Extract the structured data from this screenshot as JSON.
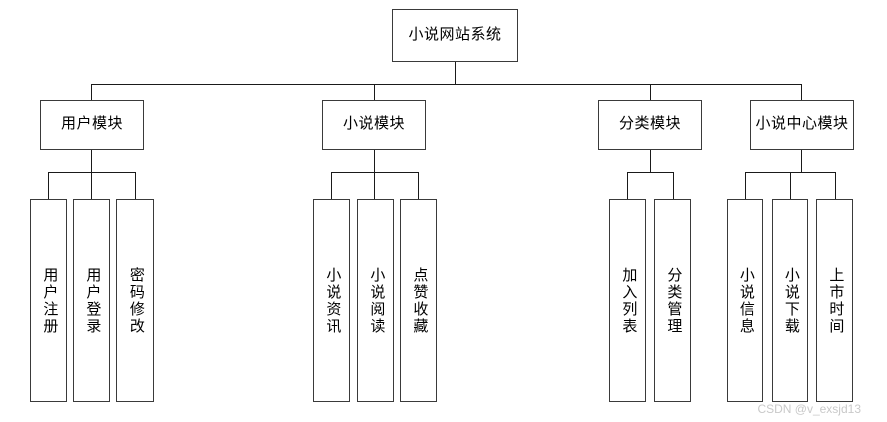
{
  "diagram": {
    "title": "小说网站系统",
    "root": {
      "label": "小说网站系统"
    },
    "modules": [
      {
        "label": "用户模块",
        "children": [
          {
            "label": "用户注册"
          },
          {
            "label": "用户登录"
          },
          {
            "label": "密码修改"
          }
        ]
      },
      {
        "label": "小说模块",
        "children": [
          {
            "label": "小说资讯"
          },
          {
            "label": "小说阅读"
          },
          {
            "label": "点赞收藏"
          }
        ]
      },
      {
        "label": "分类模块",
        "children": [
          {
            "label": "加入列表"
          },
          {
            "label": "分类管理"
          }
        ]
      },
      {
        "label": "小说中心模块",
        "children": [
          {
            "label": "小说信息"
          },
          {
            "label": "小说下载"
          },
          {
            "label": "上市时间"
          }
        ]
      }
    ]
  },
  "watermark": {
    "text": "CSDN @v_exsjd13"
  },
  "colors": {
    "background": "#ffffff",
    "box_border": "#3a3a3a",
    "line": "#1a1a1a",
    "text": "#000000",
    "watermark": "#c9c9c9"
  }
}
